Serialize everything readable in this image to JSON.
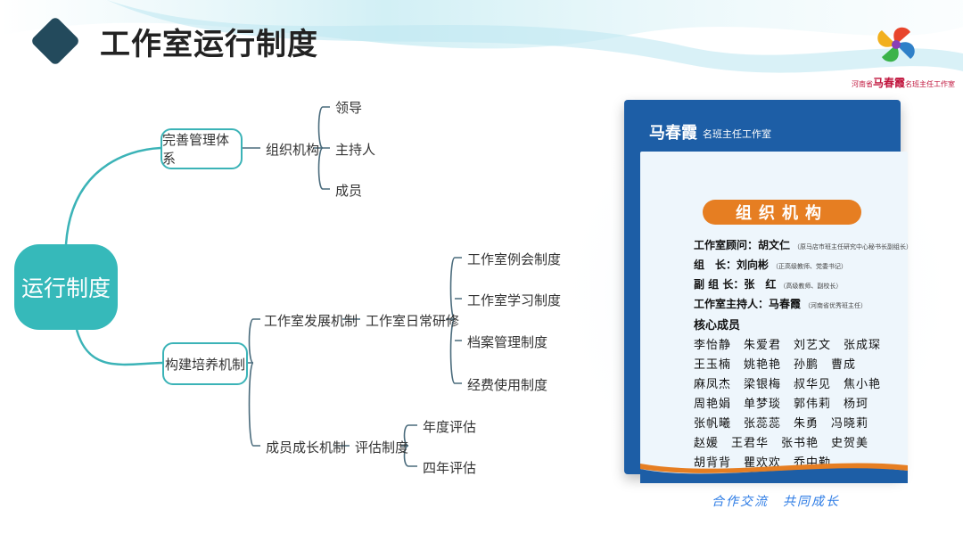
{
  "header": {
    "title": "工作室运行制度"
  },
  "logo": {
    "prefix": "河南省",
    "name": "马春霞",
    "suffix": "名班主任工作室"
  },
  "mindmap": {
    "root": "运行制度",
    "branch1": {
      "label": "完善管理体系",
      "sub": "组织机构",
      "leaves": [
        "领导",
        "主持人",
        "成员"
      ]
    },
    "branch2": {
      "label": "构建培养机制",
      "dev": {
        "label": "工作室发展机制",
        "mid": "工作室日常研修",
        "leaves": [
          "工作室例会制度",
          "工作室学习制度",
          "档案管理制度",
          "经费使用制度"
        ]
      },
      "growth": {
        "label": "成员成长机制",
        "mid": "评估制度",
        "leaves": [
          "年度评估",
          "四年评估"
        ]
      }
    }
  },
  "poster": {
    "brand": "马春霞",
    "brand_sub": "名班主任工作室",
    "banner": "组织机构",
    "advisor_label": "工作室顾问：",
    "advisor_name": "胡文仁",
    "advisor_note": "（原马店市班主任研究中心秘书长副组长）",
    "leader_label": "组　长：",
    "leader_name": "刘向彬",
    "leader_note": "（正高级教师、党委书记）",
    "deputy_label": "副 组 长：",
    "deputy_name": "张　红",
    "deputy_note": "（高级教师、副校长）",
    "host_label": "工作室主持人：",
    "host_name": "马春霞",
    "host_note": "（河南省优秀班主任）",
    "core_label": "核心成员",
    "members": [
      "李怡静　朱爱君　刘艺文　张成琛",
      "王玉楠　姚艳艳　孙鹏　曹成",
      "麻凤杰　梁银梅　叔华见　焦小艳",
      "周艳娟　单梦琰　郭伟莉　杨珂",
      "张帆曦　张蕊蕊　朱勇　冯晓莉",
      "赵媛　王君华　张书艳　史贺美",
      "胡背背　瞿欢欢　乔中勤"
    ],
    "slogan": "合作交流　共同成长"
  },
  "colors": {
    "teal": "#36b9ba",
    "line": "#3bb3b7",
    "navy": "#234a5c",
    "poster_blue": "#1d5ea6",
    "orange": "#e67e22"
  }
}
